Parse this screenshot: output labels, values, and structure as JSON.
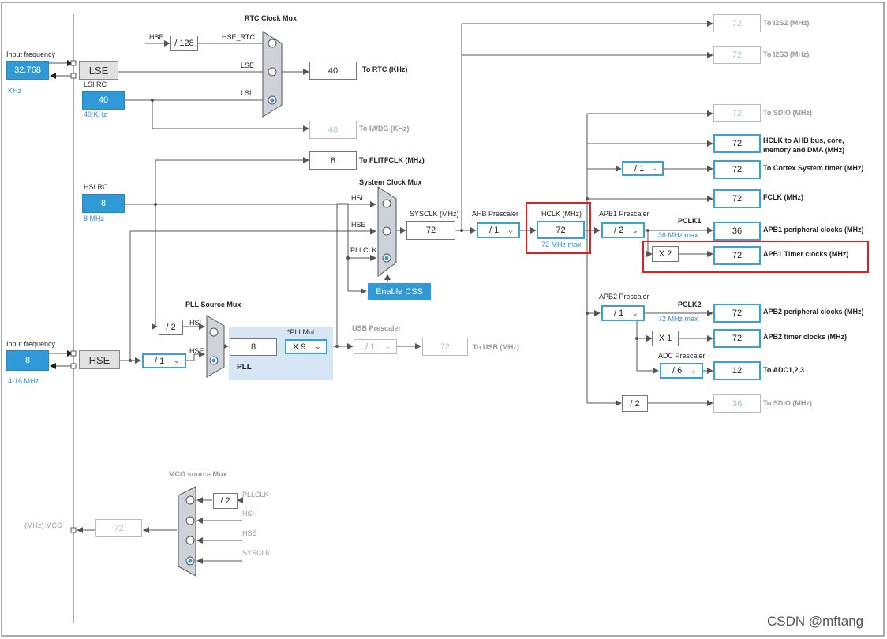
{
  "watermark": "CSDN @mftang",
  "lse": {
    "input_label": "Input frequency",
    "input_value": "32.768",
    "unit": "KHz",
    "source": "LSE"
  },
  "lsi": {
    "label": "LSI RC",
    "value": "40",
    "unit": "40 KHz"
  },
  "hsi": {
    "label": "HSI RC",
    "value": "8",
    "unit": "8 MHz"
  },
  "hse": {
    "input_label": "Input frequency",
    "input_value": "8",
    "unit": "4-16 MHz",
    "source": "HSE",
    "prediv": "/ 1"
  },
  "rtc": {
    "mux_title": "RTC Clock Mux",
    "in_hse": "HSE",
    "div128": "/ 128",
    "in_hse_rtc": "HSE_RTC",
    "in_lse": "LSE",
    "in_lsi": "LSI",
    "out_value": "40",
    "out_label": "To RTC (KHz)"
  },
  "iwdg": {
    "value": "40",
    "label": "To IWDG (KHz)"
  },
  "flit": {
    "value": "8",
    "label": "To FLITFCLK (MHz)"
  },
  "sysmux": {
    "title": "System Clock Mux",
    "in_hsi": "HSI",
    "in_hse": "HSE",
    "in_pllclk": "PLLCLK",
    "css_button": "Enable CSS"
  },
  "pll": {
    "mux_title": "PLL Source Mux",
    "div2": "/ 2",
    "in_hsi": "HSI",
    "in_hse": "HSE",
    "value": "8",
    "mul_label": "*PLLMul",
    "mul": "X 9",
    "name": "PLL"
  },
  "usb": {
    "prescaler_label": "USB Prescaler",
    "prescaler": "/ 1",
    "value": "72",
    "label": "To USB (MHz)"
  },
  "sysclk": {
    "label": "SYSCLK (MHz)",
    "value": "72"
  },
  "ahb": {
    "label": "AHB Prescaler",
    "value": "/ 1"
  },
  "hclk": {
    "label": "HCLK (MHz)",
    "value": "72",
    "max": "72 MHz max"
  },
  "apb1": {
    "prescaler_label": "APB1 Prescaler",
    "prescaler": "/ 2",
    "pclk_label": "PCLK1",
    "max": "36 MHz max",
    "timer_mult": "X 2"
  },
  "apb2": {
    "prescaler_label": "APB2 Prescaler",
    "prescaler": "/ 1",
    "pclk_label": "PCLK2",
    "max": "72 MHz max",
    "timer_mult": "X 1"
  },
  "adc": {
    "prescaler_label": "ADC Prescaler",
    "prescaler": "/ 6"
  },
  "cortex_div": "/ 1",
  "sdio_div": "/ 2",
  "outputs": {
    "i2s2": {
      "value": "72",
      "label": "To I2S2 (MHz)"
    },
    "i2s3": {
      "value": "72",
      "label": "To I2S3 (MHz)"
    },
    "sdio1": {
      "value": "72",
      "label": "To SDIO (MHz)"
    },
    "hclk_ahb": {
      "value": "72",
      "label1": "HCLK to AHB bus, core,",
      "label2": "memory and DMA (MHz)"
    },
    "cortex": {
      "value": "72",
      "label": "To Cortex System timer (MHz)"
    },
    "fclk": {
      "value": "72",
      "label": "FCLK (MHz)"
    },
    "apb1_periph": {
      "value": "36",
      "label": "APB1 peripheral clocks (MHz)"
    },
    "apb1_timer": {
      "value": "72",
      "label": "APB1 Timer clocks (MHz)"
    },
    "apb2_periph": {
      "value": "72",
      "label": "APB2 peripheral clocks (MHz)"
    },
    "apb2_timer": {
      "value": "72",
      "label": "APB2 timer clocks (MHz)"
    },
    "adc": {
      "value": "12",
      "label": "To ADC1,2,3"
    },
    "sdio2": {
      "value": "36",
      "label": "To SDIO (MHz)"
    }
  },
  "mco": {
    "mux_title": "MCO source Mux",
    "div2": "/ 2",
    "in_pllclk": "PLLCLK",
    "in_hsi": "HSI",
    "in_hse": "HSE",
    "in_sysclk": "SYSCLK",
    "value": "72",
    "label": "(MHz) MCO"
  }
}
